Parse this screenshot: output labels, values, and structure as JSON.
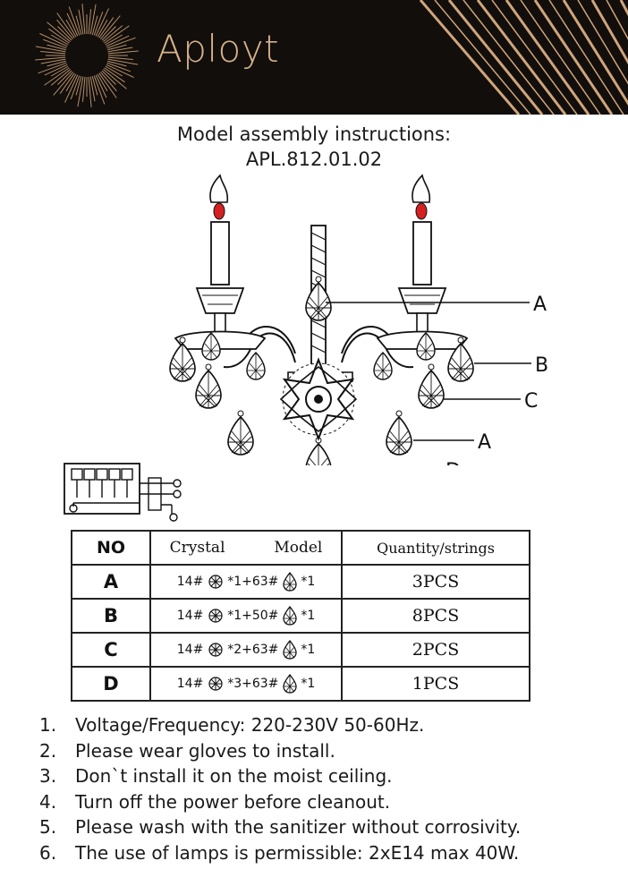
{
  "header": {
    "brand": "Aployt",
    "background": "#120e0b",
    "accent": "#d6b28a"
  },
  "title": {
    "line1": "Model assembly instructions:",
    "line2": "APL.812.01.02"
  },
  "diagram": {
    "labels": [
      "A",
      "B",
      "C",
      "A",
      "D"
    ]
  },
  "table": {
    "headers": {
      "no": "NO",
      "crystal": "Crystal",
      "model": "Model",
      "quantity": "Quantity/strings"
    },
    "rows": [
      {
        "no": "A",
        "p1": "14#",
        "p2": "*1+63#",
        "p3": "*1",
        "qty": "3PCS"
      },
      {
        "no": "B",
        "p1": "14#",
        "p2": "*1+50#",
        "p3": "*1",
        "qty": "8PCS"
      },
      {
        "no": "C",
        "p1": "14#",
        "p2": "*2+63#",
        "p3": "*1",
        "qty": "2PCS"
      },
      {
        "no": "D",
        "p1": "14#",
        "p2": "*3+63#",
        "p3": "*1",
        "qty": "1PCS"
      }
    ]
  },
  "notes": [
    {
      "num": "1.",
      "text": "Voltage/Frequency: 220-230V 50-60Hz."
    },
    {
      "num": "2.",
      "text": "Please wear gloves to install."
    },
    {
      "num": "3.",
      "text": "Don`t install it on the moist ceiling."
    },
    {
      "num": "4.",
      "text": "Turn off the power before cleanout."
    },
    {
      "num": "5.",
      "text": "Please wash with the sanitizer without corrosivity."
    },
    {
      "num": "6.",
      "text": "The use of lamps is permissible: 2xE14 max 40W."
    }
  ]
}
